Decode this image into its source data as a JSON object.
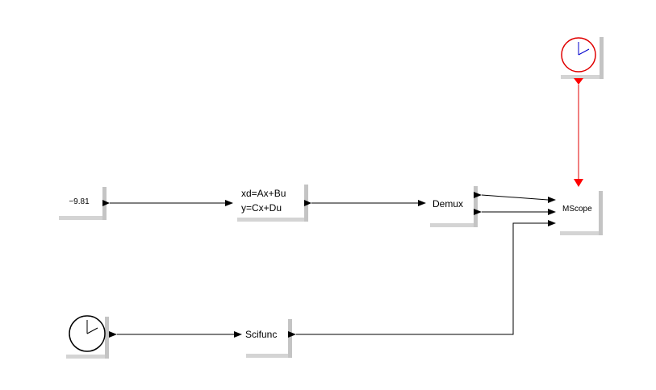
{
  "blocks": {
    "constant": {
      "label": "−9.81"
    },
    "state_space": {
      "line1": "xd=Ax+Bu",
      "line2": "y=Cx+Du"
    },
    "demux": {
      "label": "Demux"
    },
    "mscope": {
      "label": "MScope"
    },
    "scifunc": {
      "label": "Scifunc"
    },
    "event_clock": {
      "icon": "clock-icon",
      "color": "#e00000"
    },
    "time_clock": {
      "icon": "clock-icon",
      "color": "#000000"
    }
  },
  "colors": {
    "data_link": "#000000",
    "event_link": "#e00000",
    "event_port": "#ff0000"
  }
}
